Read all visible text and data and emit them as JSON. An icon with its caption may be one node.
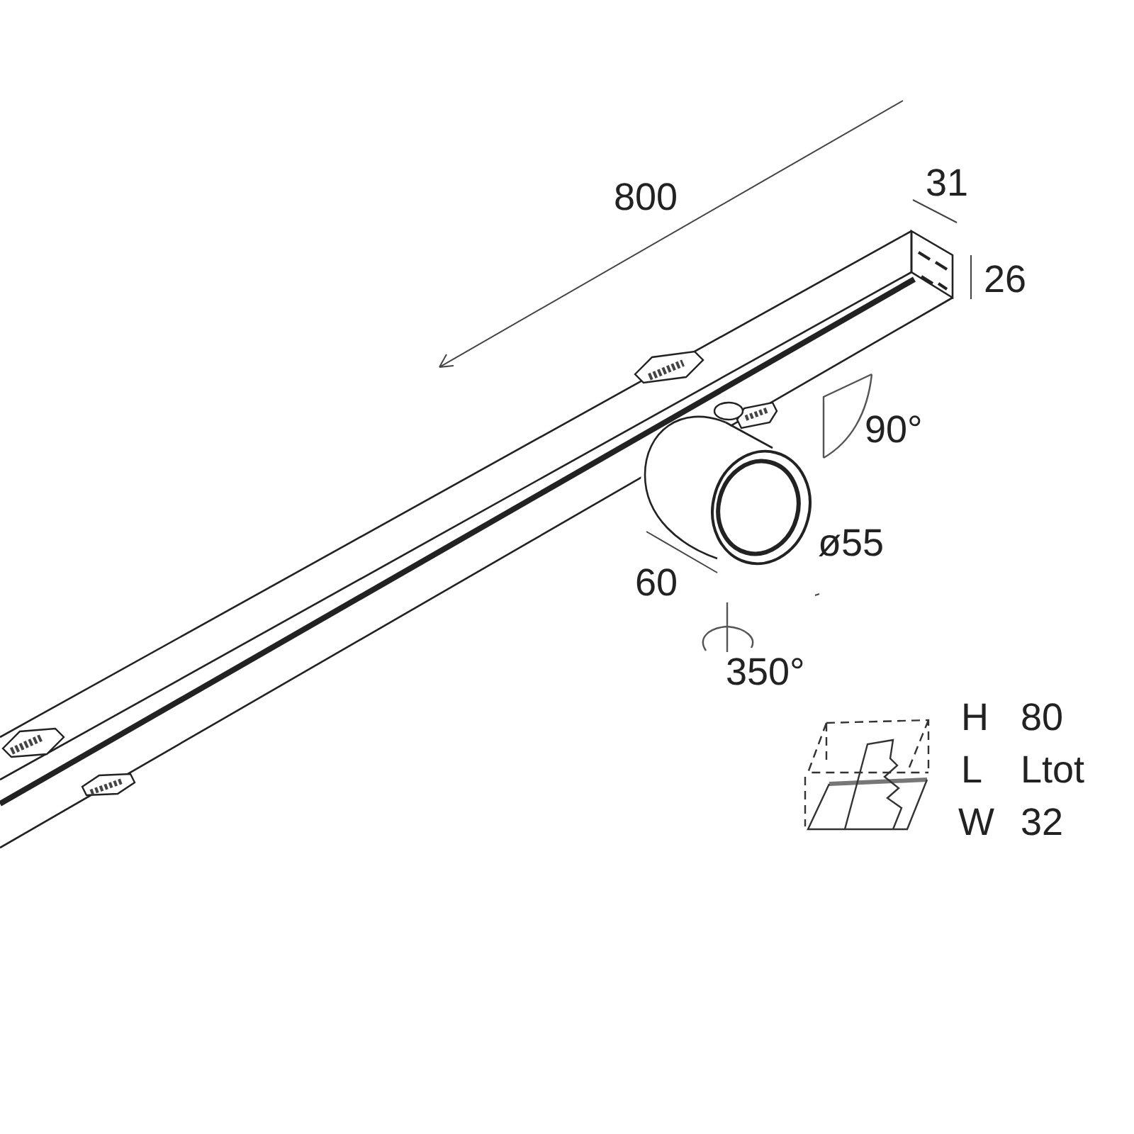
{
  "diagram": {
    "labels": [
      "800",
      "31",
      "26",
      "90°",
      "ø55",
      "60",
      "350°",
      "H",
      "80",
      "L",
      "Ltot",
      "W",
      "32"
    ]
  }
}
